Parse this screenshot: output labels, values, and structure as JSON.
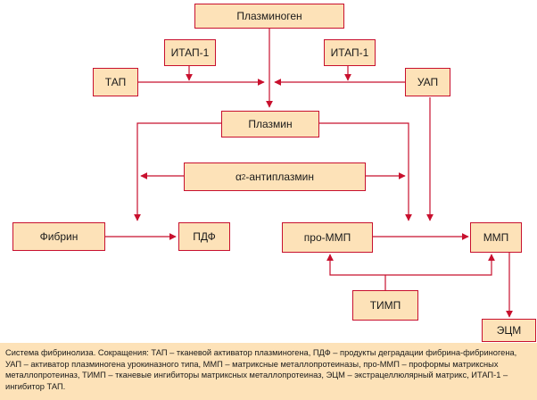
{
  "nodes": {
    "plasminogen": "Плазминоген",
    "itap_left": "ИТАП-1",
    "itap_right": "ИТАП-1",
    "tap": "ТАП",
    "uap": "УАП",
    "plasmin": "Плазмин",
    "antiplasmin_alpha": "α",
    "antiplasmin_sub": "2",
    "antiplasmin_text": "-антиплазмин",
    "fibrin": "Фибрин",
    "pdf": "ПДФ",
    "pro_mmp": "про-ММП",
    "mmp": "ММП",
    "timp": "ТИМП",
    "ecm": "ЭЦМ"
  },
  "caption": "Система фибринолиза. Сокращения: ТАП – тканевой активатор плазминогена, ПДФ – продукты деградации фибрина-фибриногена, УАП – активатор плазминогена урокиназного типа, ММП – матриксные металлопротеиназы, про-ММП – проформы матриксных металлопротеиназ, ТИМП – тканевые ингибиторы матриксных металлопротеиназ, ЭЦМ – экстрацеллюлярный матрикс, ИТАП-1 – ингибитор ТАП.",
  "colors": {
    "box_fill": "#fde2b8",
    "line": "#c8102e"
  }
}
